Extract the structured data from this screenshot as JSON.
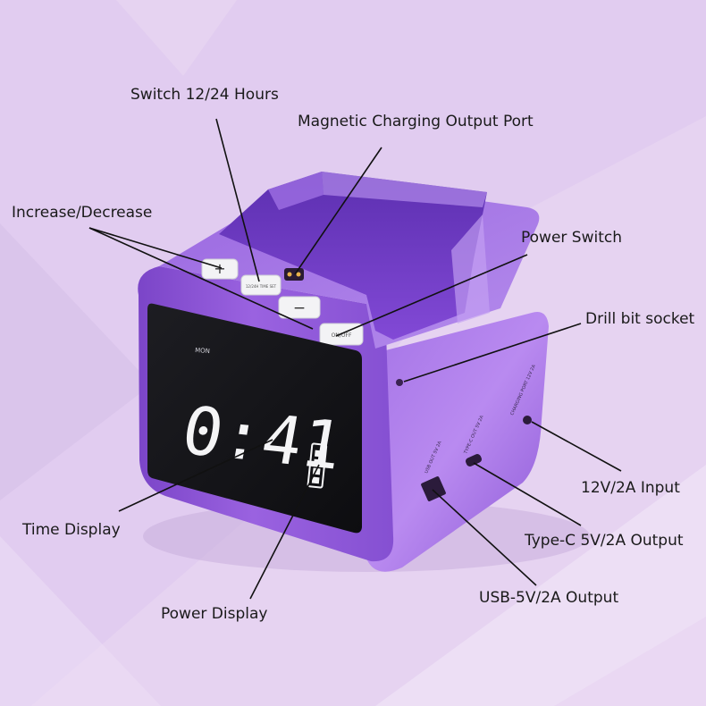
{
  "labels": {
    "switch_hours": "Switch 12/24 Hours",
    "magnetic_port": "Magnetic Charging Output Port",
    "increase_decrease": "Increase/Decrease",
    "power_switch": "Power Switch",
    "drill_socket": "Drill bit socket",
    "input_12v": "12V/2A Input",
    "time_display": "Time Display",
    "typec_output": "Type-C 5V/2A Output",
    "usb_output": "USB-5V/2A Output",
    "power_display": "Power Display"
  },
  "device": {
    "clock_time": "0:41",
    "day": "MON",
    "btn_plus": "+",
    "btn_minus": "−",
    "btn_onoff": "ON/OFF",
    "btn_mode": "12/24H TIME SET",
    "port_usb": "USB OUT 5V 2A",
    "port_typec": "TYPE-C OUT 5V 2A",
    "port_charging": "CHARGING PORT 12V 2A"
  },
  "colors": {
    "background": "#e7d4f2",
    "body_purple": "#8f55d6",
    "screen": "#141416",
    "digits": "#f4f4f6"
  }
}
